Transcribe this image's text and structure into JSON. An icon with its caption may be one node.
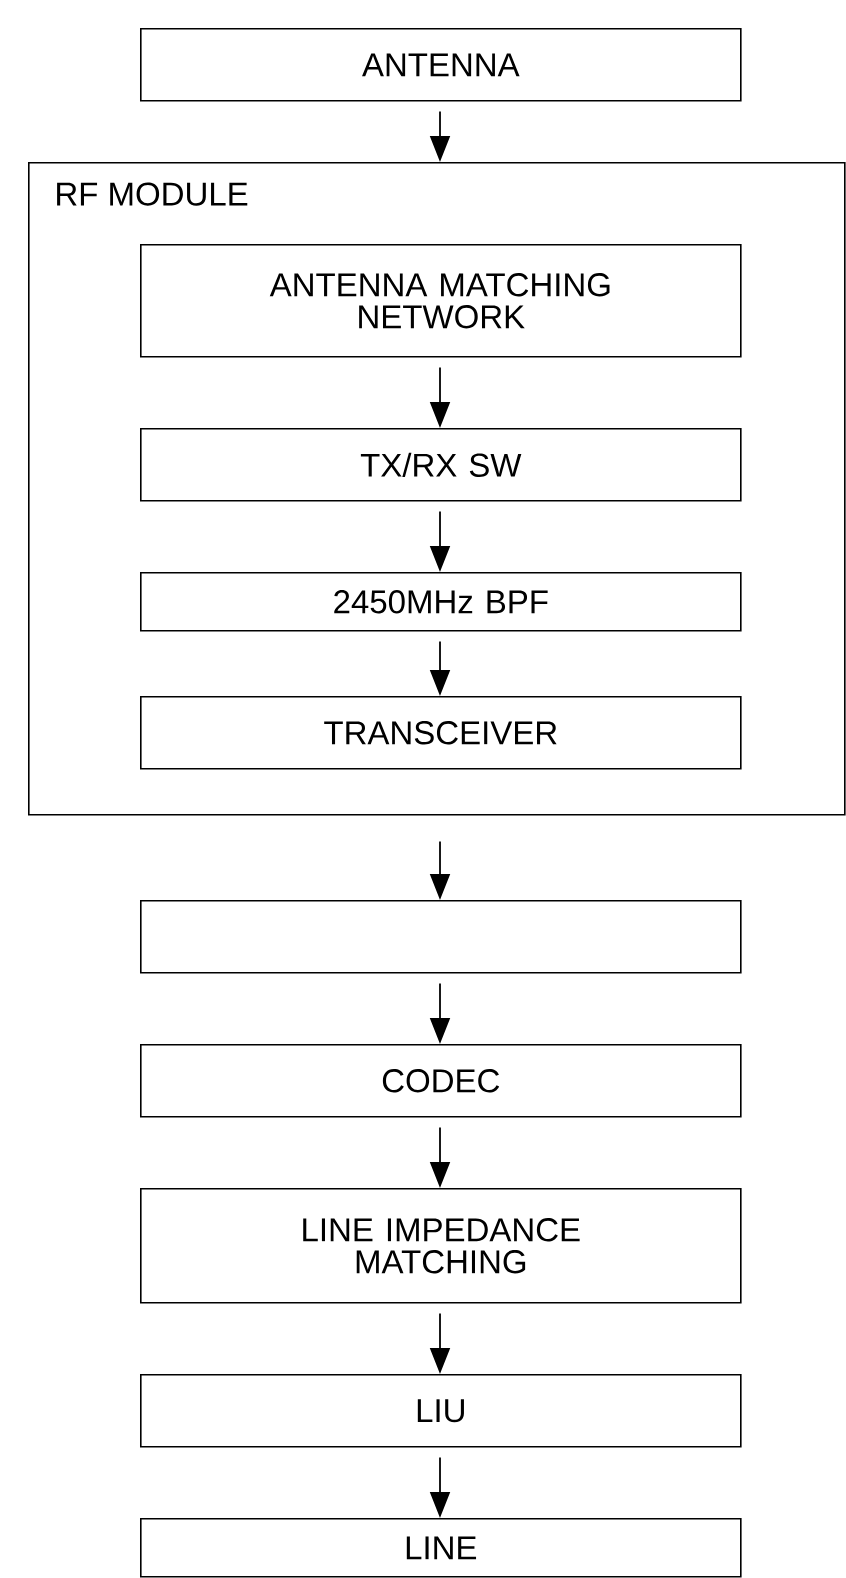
{
  "diagram": {
    "nodes": [
      {
        "text": [
          "ANTENNA"
        ]
      },
      {
        "text": [
          "RF MODULE"
        ]
      },
      {
        "text": [
          "ANTENNA MATCHING NETWORK"
        ],
        "in": 1
      },
      {
        "text": [
          "TX/RX SW"
        ],
        "in": 1
      },
      {
        "text": [
          "2450MHz BPF"
        ],
        "in": 1
      },
      {
        "text": [
          "TRANSCEIVER"
        ],
        "in": 1
      },
      {
        "text": [],
        "shape": "box"
      },
      {
        "text": [
          "CODEC"
        ]
      },
      {
        "text": [
          "LINE IMPEDANCE MATCHING"
        ]
      },
      {
        "text": [
          "LIU"
        ]
      },
      {
        "text": [
          "LINE"
        ]
      }
    ],
    "edges": [
      {
        "from": 0,
        "to": 1,
        "arrow": "to"
      },
      {
        "from": 2,
        "to": 3,
        "arrow": "to"
      },
      {
        "from": 3,
        "to": 4,
        "arrow": "to"
      },
      {
        "from": 4,
        "to": 5,
        "arrow": "to"
      },
      {
        "from": 1,
        "to": 6,
        "arrow": "to"
      },
      {
        "from": 6,
        "to": 7,
        "arrow": "to"
      },
      {
        "from": 7,
        "to": 8,
        "arrow": "to"
      },
      {
        "from": 8,
        "to": 9,
        "arrow": "to"
      },
      {
        "from": 9,
        "to": 10,
        "arrow": "to"
      }
    ]
  }
}
